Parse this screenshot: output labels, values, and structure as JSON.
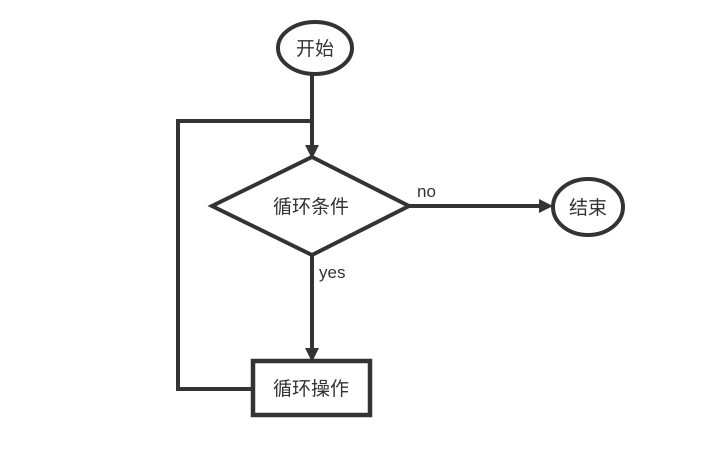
{
  "diagram": {
    "type": "flowchart",
    "background_color": "#ffffff",
    "stroke_color": "#333333",
    "text_color": "#333333",
    "nodes": {
      "start": {
        "label": "开始",
        "shape": "ellipse"
      },
      "condition": {
        "label": "循环条件",
        "shape": "diamond"
      },
      "end": {
        "label": "结束",
        "shape": "ellipse"
      },
      "operation": {
        "label": "循环操作",
        "shape": "rectangle"
      }
    },
    "edges": [
      {
        "from": "start",
        "to": "condition",
        "label": ""
      },
      {
        "from": "condition",
        "to": "end",
        "label": "no"
      },
      {
        "from": "condition",
        "to": "operation",
        "label": "yes"
      },
      {
        "from": "operation",
        "to": "start-condition-edge",
        "label": ""
      }
    ]
  }
}
